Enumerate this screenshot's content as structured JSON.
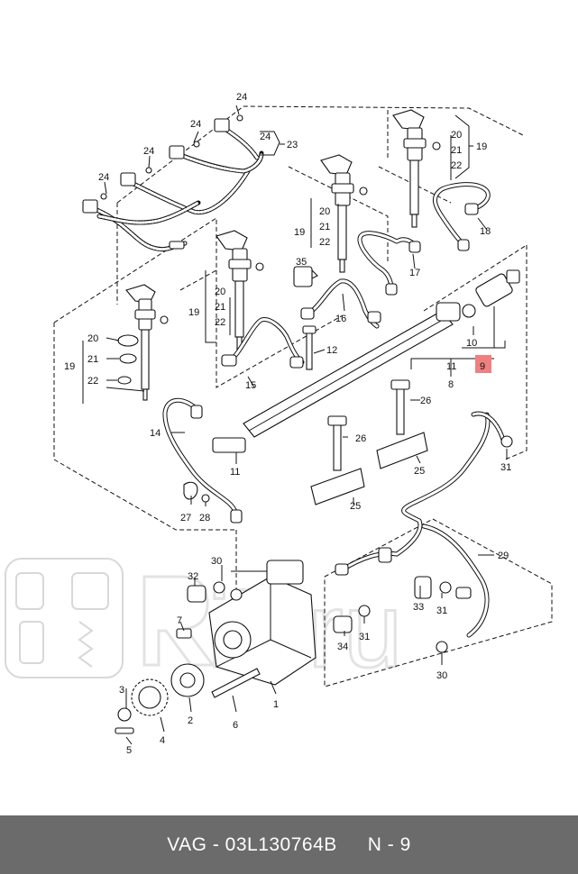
{
  "diagram": {
    "labels": {
      "p1": "1",
      "p2": "2",
      "p3": "3",
      "p4": "4",
      "p5": "5",
      "p6": "6",
      "p7": "7",
      "p8": "8",
      "p9": "9",
      "p10": "10",
      "p11a": "11",
      "p11b": "11",
      "p12": "12",
      "p14": "14",
      "p15": "15",
      "p16": "16",
      "p17": "17",
      "p18": "18",
      "p19a": "19",
      "p19b": "19",
      "p19c": "19",
      "p19d": "19",
      "p20a": "20",
      "p20b": "20",
      "p20c": "20",
      "p20d": "20",
      "p21a": "21",
      "p21b": "21",
      "p21c": "21",
      "p21d": "21",
      "p22a": "22",
      "p22b": "22",
      "p22c": "22",
      "p22d": "22",
      "p23": "23",
      "p24a": "24",
      "p24b": "24",
      "p24c": "24",
      "p24d": "24",
      "p24e": "24",
      "p25a": "25",
      "p25b": "25",
      "p26a": "26",
      "p26b": "26",
      "p27": "27",
      "p28": "28",
      "p29": "29",
      "p30a": "30",
      "p30b": "30",
      "p31a": "31",
      "p31b": "31",
      "p31c": "31",
      "p32": "32",
      "p33": "33",
      "p34": "34",
      "p35": "35"
    },
    "highlight_color": "#f08080"
  },
  "footer": {
    "part_number": "VAG - 03L130764B",
    "page_ref": "N - 9"
  }
}
